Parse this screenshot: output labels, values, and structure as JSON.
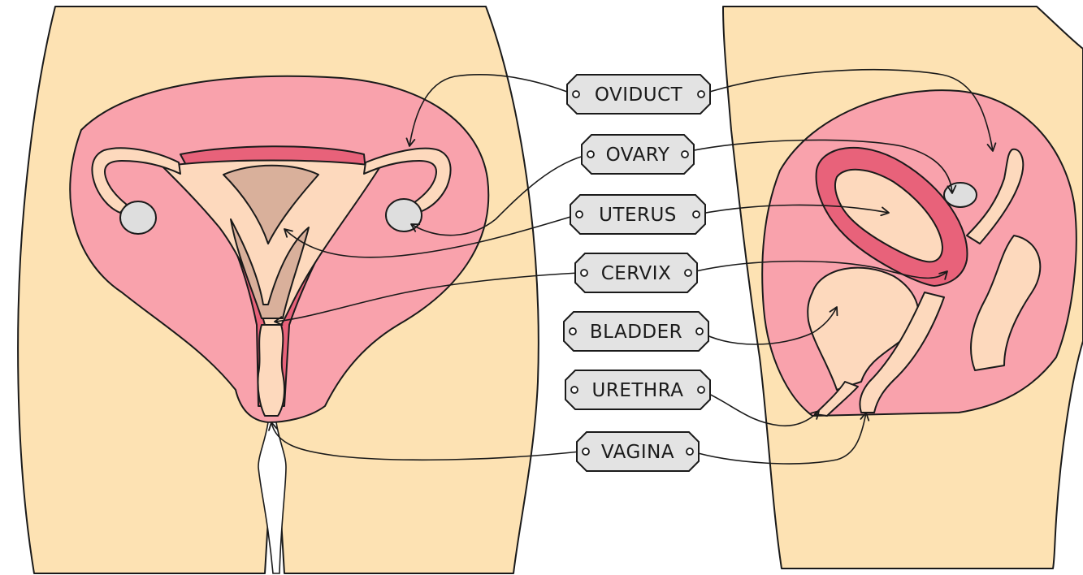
{
  "labels": {
    "oviduct": "OVIDUCT",
    "ovary": "OVARY",
    "uterus": "UTERUS",
    "cervix": "CERVIX",
    "bladder": "BLADDER",
    "urethra": "URETHRA",
    "vagina": "VAGINA"
  },
  "colors": {
    "skin": "#fde2b3",
    "tissue_pink": "#f9a2ac",
    "uterus_wall": "#e8627a",
    "organ_light": "#fdd9bd",
    "ovary": "#dedede",
    "cavity": "#d9b09b",
    "label_fill": "#e3e3e3"
  }
}
